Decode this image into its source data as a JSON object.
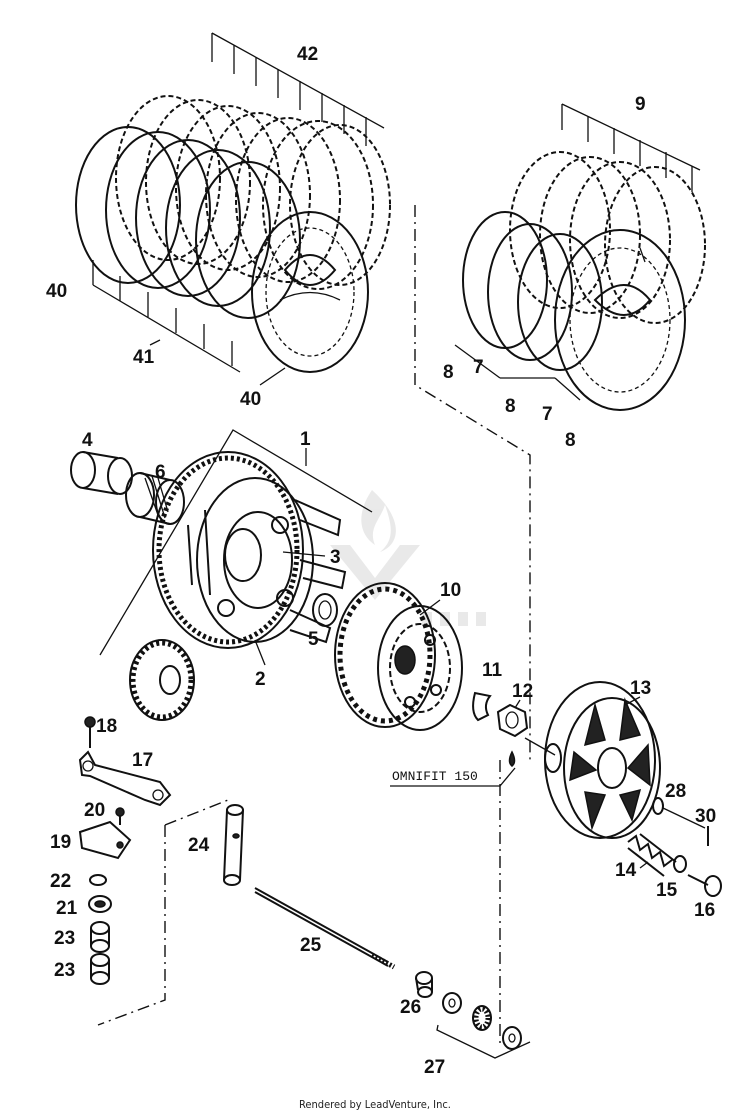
{
  "diagram": {
    "callouts": [
      {
        "id": "c42",
        "label": "42"
      },
      {
        "id": "c40a",
        "label": "40"
      },
      {
        "id": "c41",
        "label": "41"
      },
      {
        "id": "c40b",
        "label": "40"
      },
      {
        "id": "c9",
        "label": "9"
      },
      {
        "id": "c8a",
        "label": "8"
      },
      {
        "id": "c7a",
        "label": "7"
      },
      {
        "id": "c8b",
        "label": "8"
      },
      {
        "id": "c7b",
        "label": "7"
      },
      {
        "id": "c8c",
        "label": "8"
      },
      {
        "id": "c4",
        "label": "4"
      },
      {
        "id": "c6",
        "label": "6"
      },
      {
        "id": "c1",
        "label": "1"
      },
      {
        "id": "c3",
        "label": "3"
      },
      {
        "id": "c10",
        "label": "10"
      },
      {
        "id": "c5",
        "label": "5"
      },
      {
        "id": "c2",
        "label": "2"
      },
      {
        "id": "c11",
        "label": "11"
      },
      {
        "id": "c12",
        "label": "12"
      },
      {
        "id": "c13",
        "label": "13"
      },
      {
        "id": "c18",
        "label": "18"
      },
      {
        "id": "c17",
        "label": "17"
      },
      {
        "id": "c20",
        "label": "20"
      },
      {
        "id": "c19",
        "label": "19"
      },
      {
        "id": "c22",
        "label": "22"
      },
      {
        "id": "c21",
        "label": "21"
      },
      {
        "id": "c23a",
        "label": "23"
      },
      {
        "id": "c23b",
        "label": "23"
      },
      {
        "id": "c24",
        "label": "24"
      },
      {
        "id": "c25",
        "label": "25"
      },
      {
        "id": "c26",
        "label": "26"
      },
      {
        "id": "c27",
        "label": "27"
      },
      {
        "id": "c28",
        "label": "28"
      },
      {
        "id": "c30",
        "label": "30"
      },
      {
        "id": "c14",
        "label": "14"
      },
      {
        "id": "c15",
        "label": "15"
      },
      {
        "id": "c16",
        "label": "16"
      }
    ],
    "note": "OMNIFIT 150"
  },
  "footer": "Rendered by LeadVenture, Inc."
}
